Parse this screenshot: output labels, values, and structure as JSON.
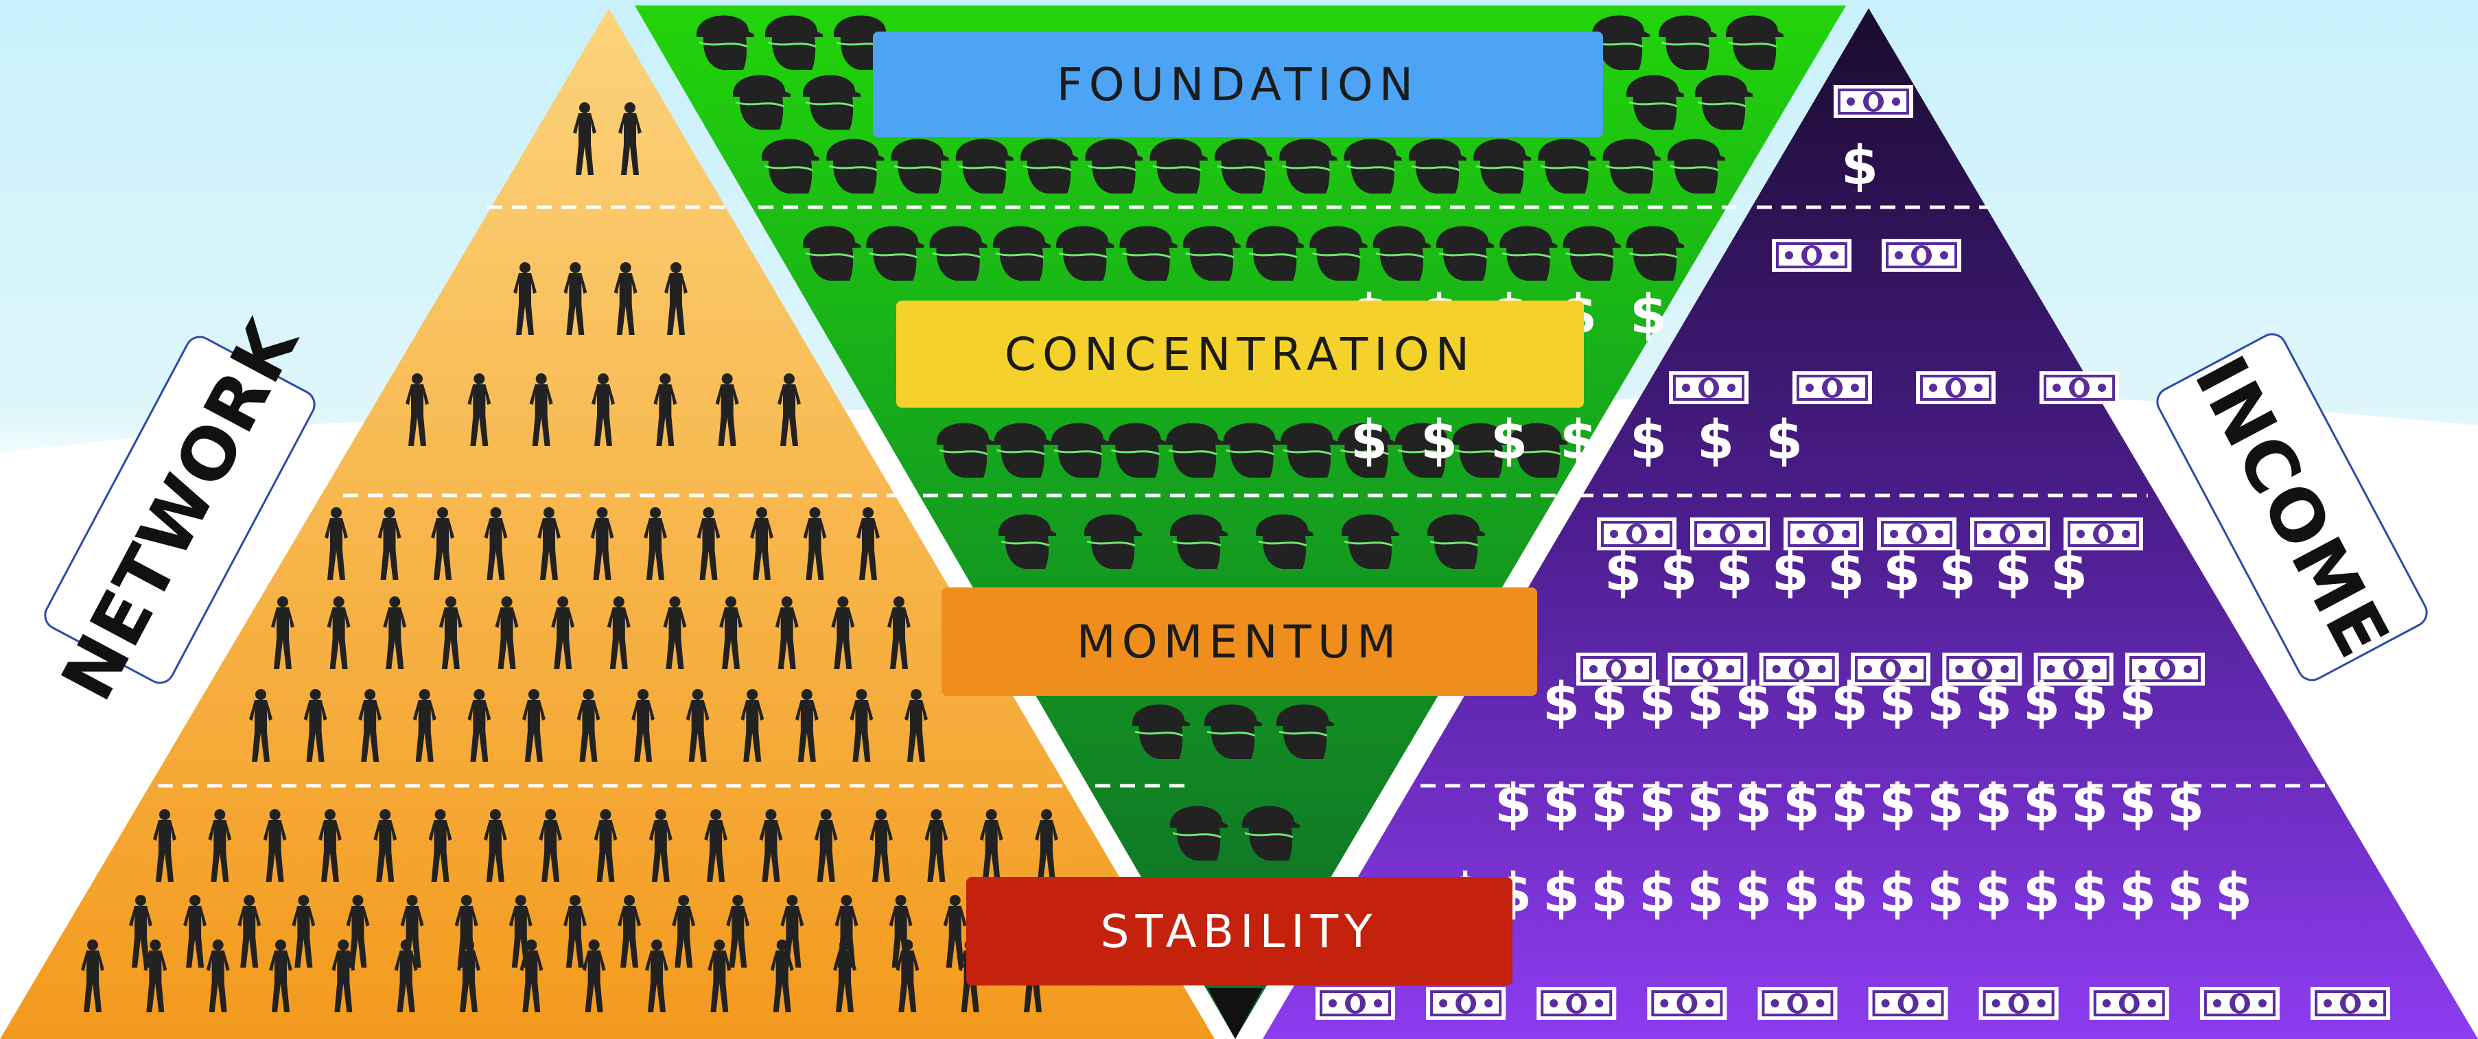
{
  "side_labels": {
    "left": "NETWORK",
    "right": "INCOME"
  },
  "band_labels": {
    "foundation": "FOUNDATION",
    "concentration": "CONCENTRATION",
    "momentum": "MOMENTUM",
    "stability": "STABILITY"
  },
  "symbols": {
    "currency": "$"
  },
  "colors": {
    "sky": "#c9f1fb",
    "network_pyramid_top": "#fcd37c",
    "network_pyramid_bottom": "#f39a1d",
    "funnel_top": "#22d40a",
    "funnel_bottom": "#0e6a2a",
    "income_pyramid_top": "#1a0b2e",
    "income_pyramid_bottom": "#8d3cf0",
    "foundation_bar": "#4ea4f4",
    "concentration_bar": "#f5d22b",
    "momentum_bar": "#f08e1d",
    "stability_bar": "#c4220c",
    "silhouette": "#222222"
  },
  "icons": [
    "person-icon",
    "worker-head-icon",
    "banknote-icon",
    "dollar-sign-icon"
  ]
}
